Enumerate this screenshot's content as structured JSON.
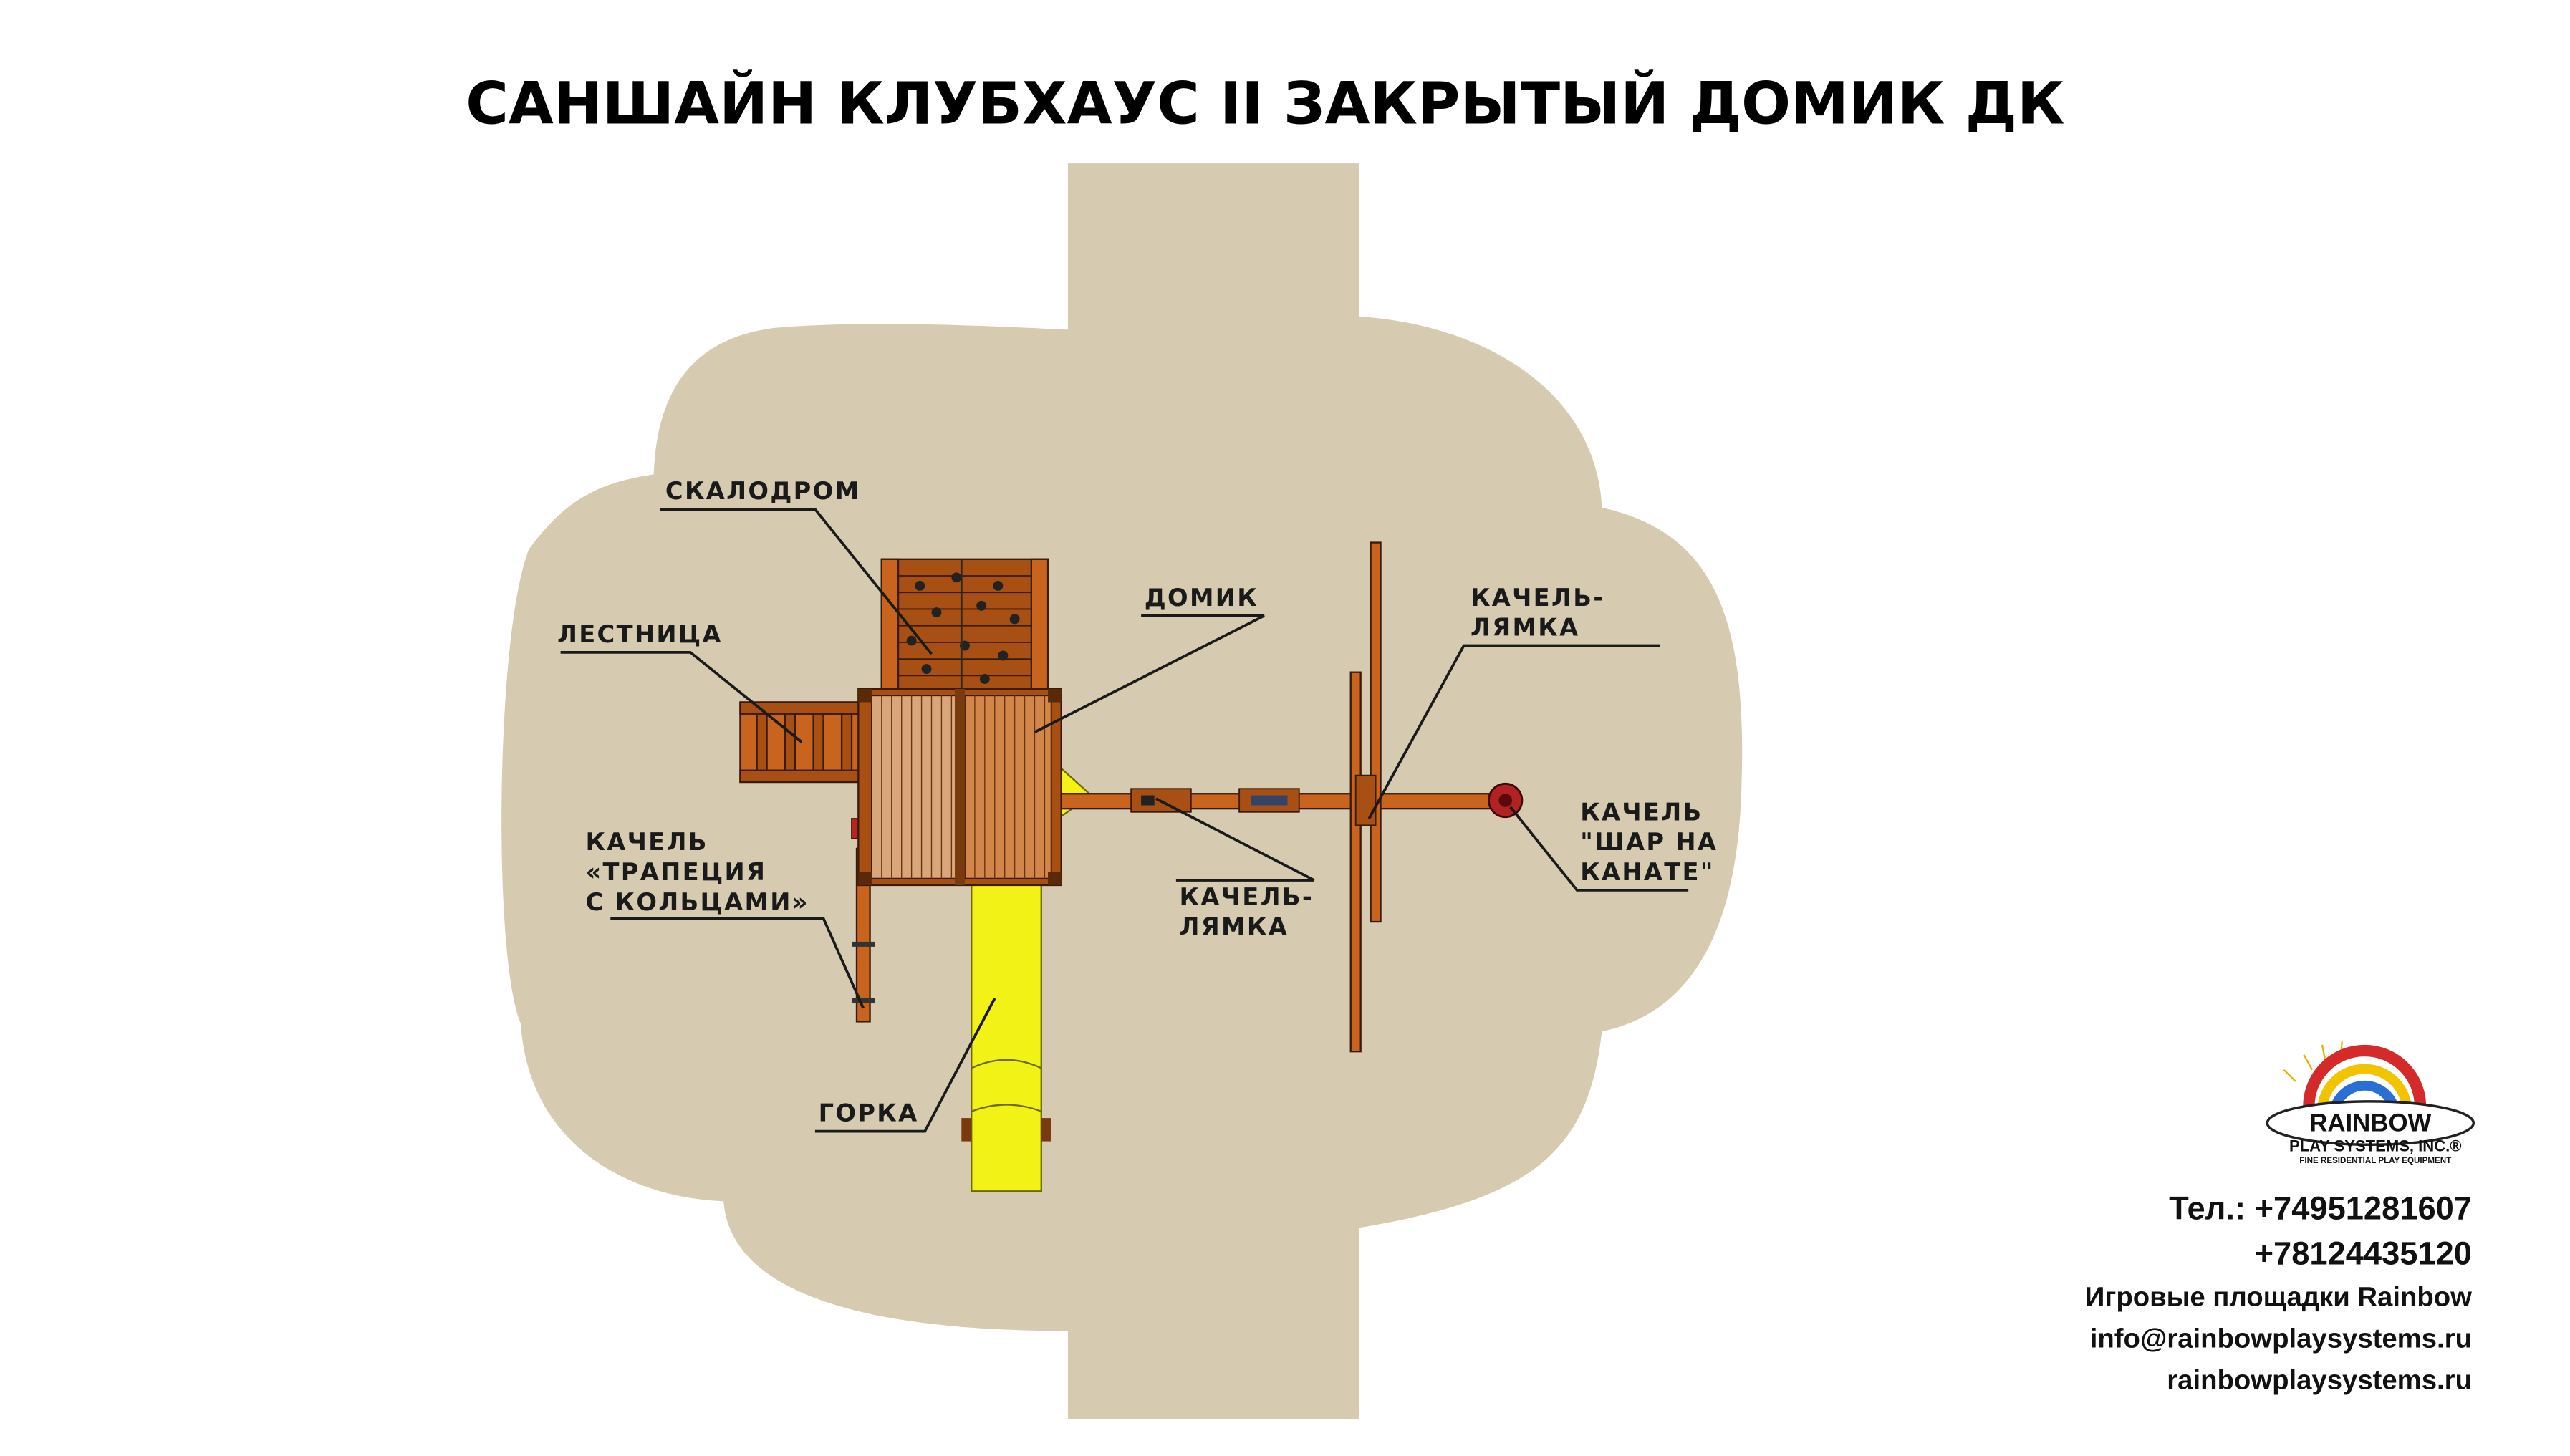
{
  "title": "САНШАЙН КЛУБХАУС II ЗАКРЫТЫЙ ДОМИК ДК",
  "labels": {
    "climbing_wall": "СКАЛОДРОМ",
    "ladder": "ЛЕСТНИЦА",
    "house": "ДОМИК",
    "belt_swing_right": [
      "КАЧЕЛЬ-",
      "ЛЯМКА"
    ],
    "belt_swing_center": [
      "КАЧЕЛЬ-",
      "ЛЯМКА"
    ],
    "trapeze_swing": [
      "КАЧЕЛЬ",
      "«ТРАПЕЦИЯ",
      "С КОЛЬЦАМИ»"
    ],
    "ball_swing": [
      "КАЧЕЛЬ",
      "\"ШАР НА",
      "КАНАТЕ\""
    ],
    "slide": "ГОРКА"
  },
  "logo": {
    "brand": "RAINBOW",
    "company": "PLAY SYSTEMS, INC.®",
    "tagline": "FINE RESIDENTIAL PLAY EQUIPMENT"
  },
  "contacts": {
    "phone_1": "Тел.: +74951281607",
    "phone_2": "+78124435120",
    "name": "Игровые площадки Rainbow",
    "email": "info@rainbowplaysystems.ru",
    "site": "rainbowplaysystems.ru"
  },
  "colors": {
    "ground": "#d6cbb0",
    "wood": "#c8641e",
    "slide": "#f2f216"
  }
}
